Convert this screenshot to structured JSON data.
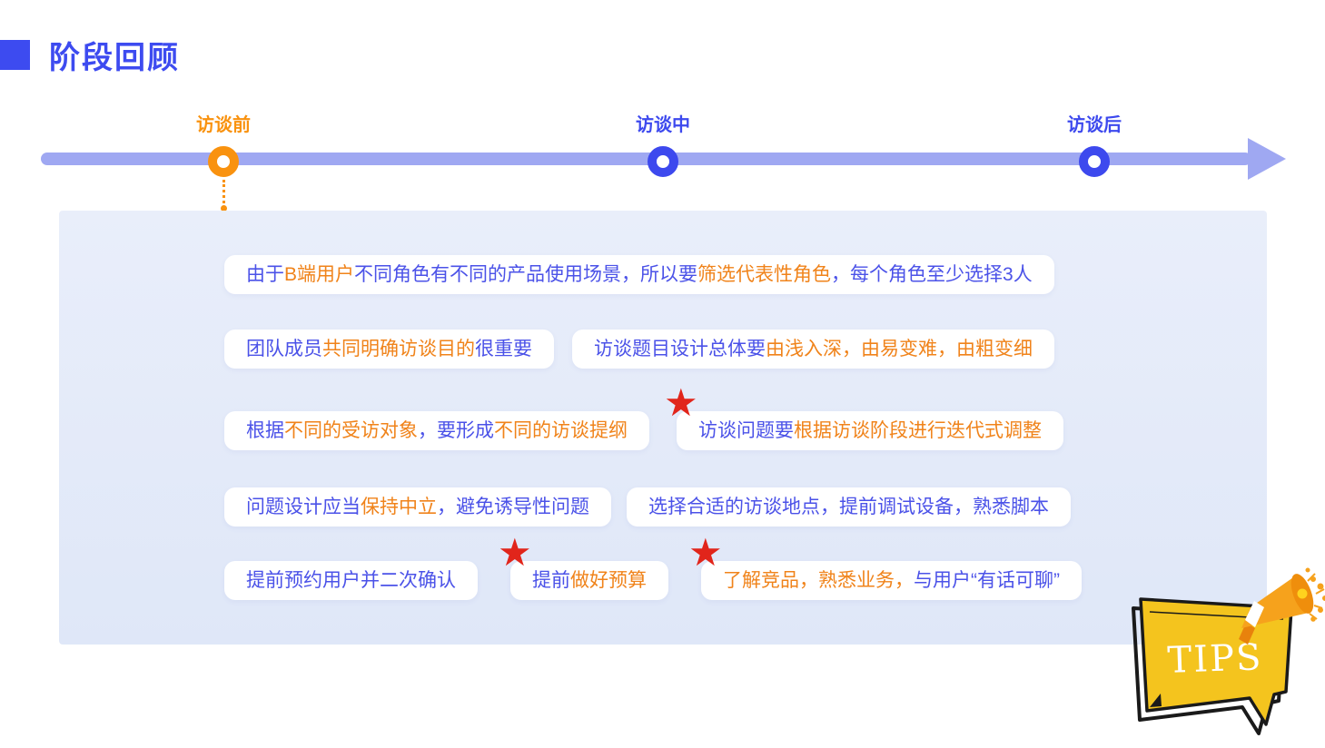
{
  "page": {
    "title": "阶段回顾"
  },
  "timeline": {
    "stages": [
      {
        "label": "访谈前",
        "theme": "orange"
      },
      {
        "label": "访谈中",
        "theme": "blue"
      },
      {
        "label": "访谈后",
        "theme": "blue"
      }
    ]
  },
  "panel": {
    "rows": [
      {
        "boxes": [
          {
            "star": false,
            "segments": [
              {
                "text": "由于",
                "color": "blue"
              },
              {
                "text": "B端用户",
                "color": "orange"
              },
              {
                "text": "不同角色有不同的产品使用场景，所以要",
                "color": "blue"
              },
              {
                "text": "筛选代表性角色",
                "color": "orange"
              },
              {
                "text": "，每个角色至少选择3人",
                "color": "blue"
              }
            ]
          }
        ]
      },
      {
        "boxes": [
          {
            "star": false,
            "segments": [
              {
                "text": "团队成员",
                "color": "blue"
              },
              {
                "text": "共同明确访谈目的",
                "color": "orange"
              },
              {
                "text": "很重要",
                "color": "blue"
              }
            ]
          },
          {
            "star": false,
            "segments": [
              {
                "text": "访谈题目设计总体要",
                "color": "blue"
              },
              {
                "text": "由浅入深，由易变难，由粗变细",
                "color": "orange"
              }
            ]
          }
        ]
      },
      {
        "boxes": [
          {
            "star": false,
            "segments": [
              {
                "text": "根据",
                "color": "blue"
              },
              {
                "text": "不同的受访对象",
                "color": "orange"
              },
              {
                "text": "，要形成",
                "color": "blue"
              },
              {
                "text": "不同的访谈提纲",
                "color": "orange"
              }
            ]
          },
          {
            "star": true,
            "segments": [
              {
                "text": "访谈问题要",
                "color": "blue"
              },
              {
                "text": "根据访谈阶段进行迭代式调整",
                "color": "orange"
              }
            ]
          }
        ]
      },
      {
        "boxes": [
          {
            "star": false,
            "segments": [
              {
                "text": "问题设计应当",
                "color": "blue"
              },
              {
                "text": "保持中立",
                "color": "orange"
              },
              {
                "text": "，避免诱导性问题",
                "color": "blue"
              }
            ]
          },
          {
            "star": false,
            "segments": [
              {
                "text": "选择合适的访谈地点，提前调试设备，熟悉脚本",
                "color": "blue"
              }
            ]
          }
        ]
      },
      {
        "boxes": [
          {
            "star": false,
            "segments": [
              {
                "text": "提前预约用户并二次确认",
                "color": "blue"
              }
            ]
          },
          {
            "star": true,
            "segments": [
              {
                "text": "提前",
                "color": "blue"
              },
              {
                "text": "做好预算",
                "color": "orange"
              }
            ]
          },
          {
            "star": true,
            "segments": [
              {
                "text": "了解竞品，熟悉业务，",
                "color": "orange"
              },
              {
                "text": "与用户“有话可聊”",
                "color": "blue"
              }
            ]
          }
        ]
      }
    ]
  },
  "tips": {
    "label": "TIPS"
  },
  "colors": {
    "accent_blue": "#3D4BF0",
    "timeline_bar": "#9FA8F2",
    "text_blue": "#4B52E8",
    "text_orange": "#F0831A",
    "node_orange": "#F9920F",
    "node_blue": "#3D49EE",
    "panel_bg_top": "#E9EEFA",
    "panel_bg_bottom": "#DFE7F8",
    "star_red": "#E1251B",
    "tips_yellow": "#F4C41E",
    "megaphone_orange": "#F6A21C"
  }
}
